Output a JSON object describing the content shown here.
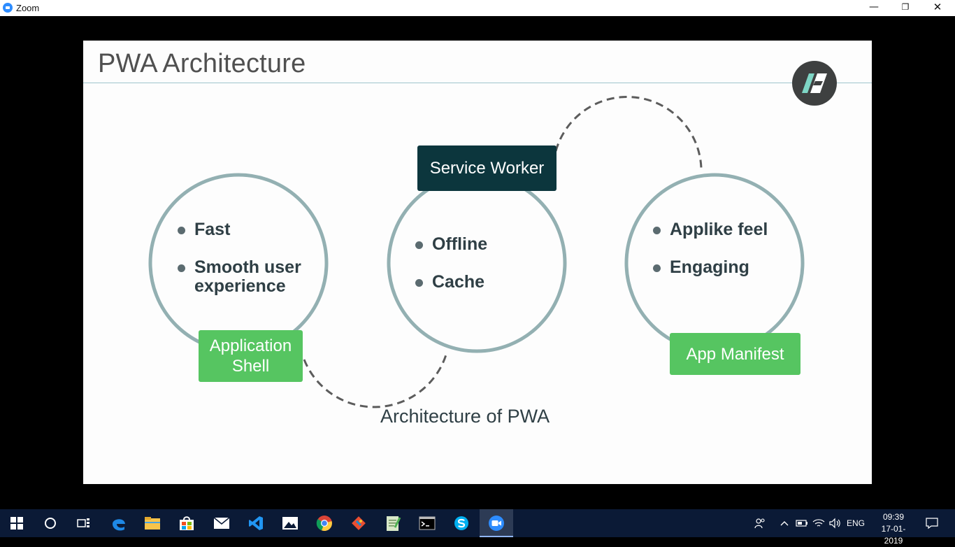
{
  "window": {
    "title": "Zoom",
    "minimize_glyph": "—",
    "maximize_glyph": "❐",
    "close_glyph": "✕"
  },
  "slide": {
    "title": "PWA Architecture",
    "logo_icon": "company-logo",
    "circles": {
      "left": {
        "bullets": [
          {
            "lines": [
              "Fast"
            ]
          },
          {
            "lines": [
              "Smooth user",
              "experience"
            ]
          }
        ],
        "badge": [
          "Application",
          "Shell"
        ]
      },
      "middle": {
        "bullets": [
          {
            "lines": [
              "Offline"
            ]
          },
          {
            "lines": [
              "Cache"
            ]
          }
        ],
        "badge": [
          "Service Worker"
        ]
      },
      "right": {
        "bullets": [
          {
            "lines": [
              "Applike feel"
            ]
          },
          {
            "lines": [
              "Engaging"
            ]
          }
        ],
        "badge": [
          "App Manifest"
        ]
      }
    },
    "caption": "Architecture of PWA",
    "colors": {
      "circle_stroke": "#93b0b2",
      "green_badge": "#56c561",
      "dark_badge": "#0c363d",
      "dashes": "#5c5c5c"
    }
  },
  "taskbar": {
    "apps": [
      {
        "name": "start",
        "icon": "windows-icon"
      },
      {
        "name": "search",
        "icon": "cortana-icon"
      },
      {
        "name": "task-view",
        "icon": "task-view-icon"
      },
      {
        "name": "edge",
        "icon": "edge-icon"
      },
      {
        "name": "file-explorer",
        "icon": "folder-icon"
      },
      {
        "name": "store",
        "icon": "store-icon"
      },
      {
        "name": "mail",
        "icon": "mail-icon"
      },
      {
        "name": "vscode",
        "icon": "vscode-icon"
      },
      {
        "name": "photos",
        "icon": "photos-icon"
      },
      {
        "name": "chrome",
        "icon": "chrome-icon"
      },
      {
        "name": "git",
        "icon": "git-icon"
      },
      {
        "name": "notepad",
        "icon": "notepad-icon"
      },
      {
        "name": "terminal",
        "icon": "terminal-icon"
      },
      {
        "name": "skype",
        "icon": "skype-icon"
      },
      {
        "name": "zoom",
        "icon": "zoom-icon"
      }
    ],
    "tray": {
      "language": "ENG",
      "time": "09:39",
      "date": "17-01-2019"
    }
  }
}
